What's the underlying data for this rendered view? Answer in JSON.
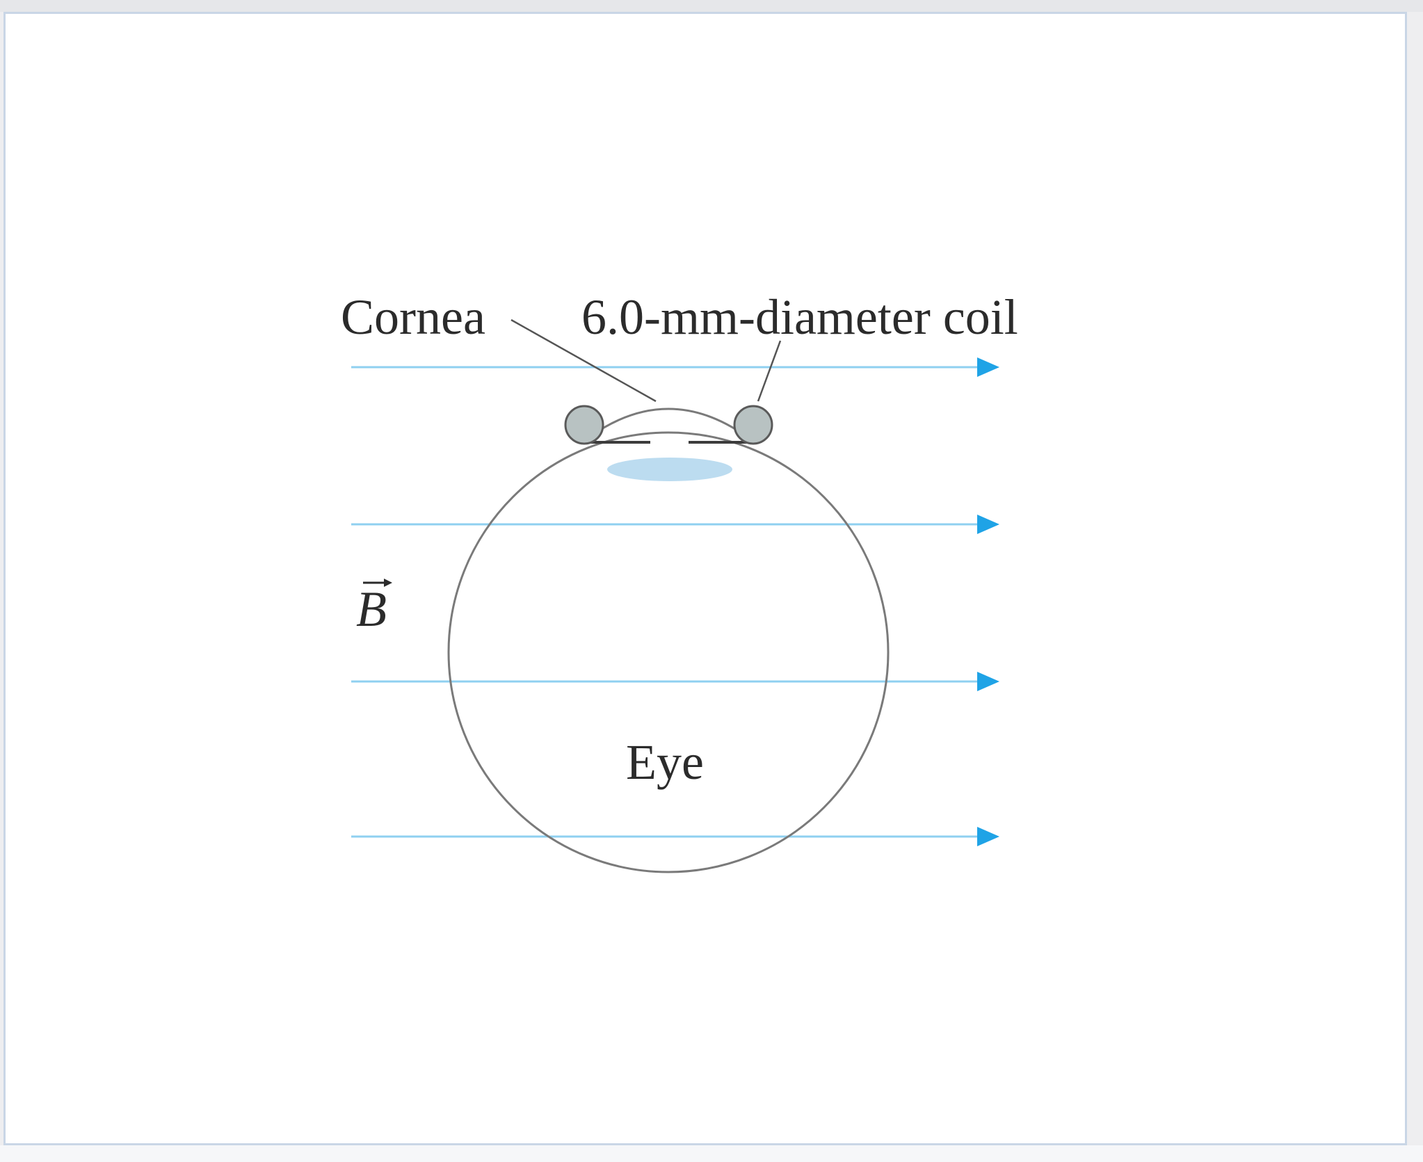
{
  "diagram": {
    "labels": {
      "cornea": "Cornea",
      "coil": "6.0-mm-diameter coil",
      "field": "B",
      "eye": "Eye"
    },
    "colors": {
      "field_lines": "#29a9e6",
      "field_arrowheads": "#1fa3e6",
      "eye_outline": "#7a7a7a",
      "coil_fill": "#b8c2c2",
      "lens_fill": "#bcdcf0",
      "panel_border": "#c9d6e6"
    }
  }
}
